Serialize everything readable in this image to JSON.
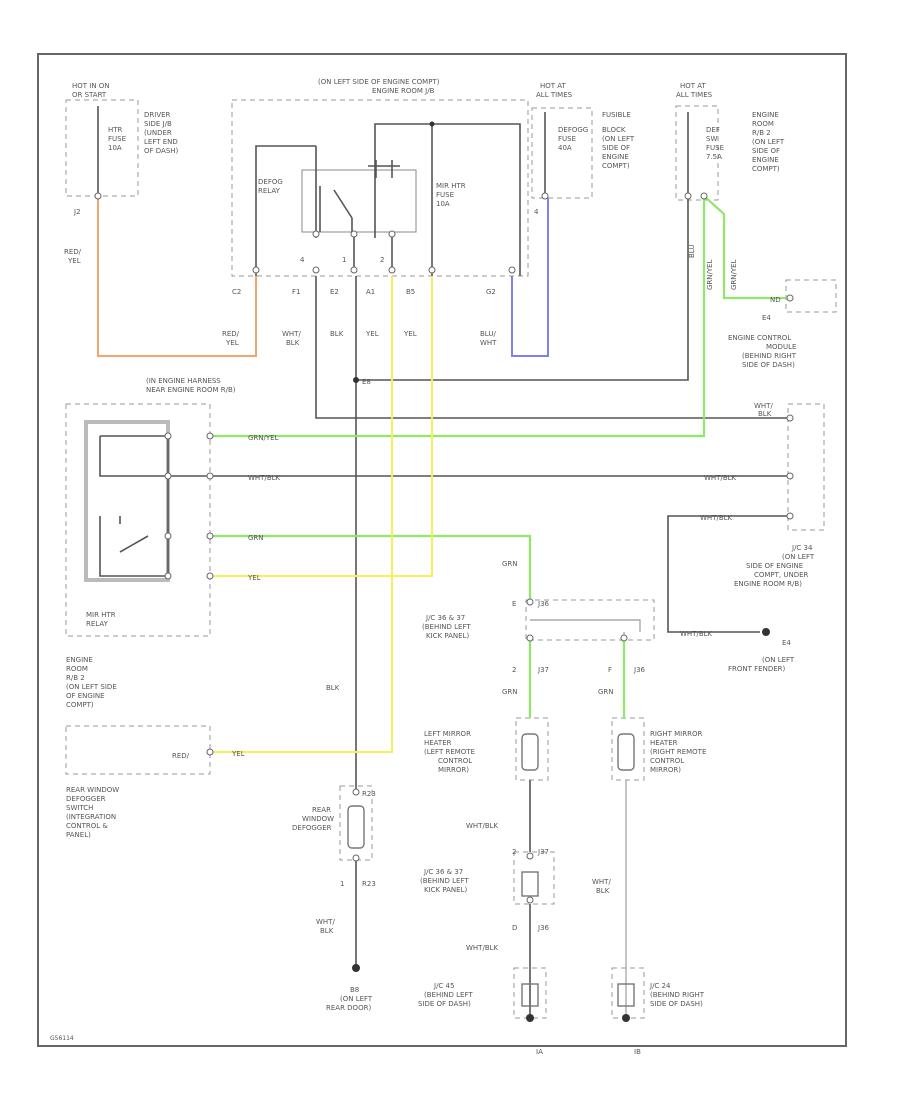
{
  "colors": {
    "wire_black": "#555555",
    "wire_gray": "#aaaaaa",
    "wire_orange": "#f4a56a",
    "wire_blue": "#8080ee",
    "wire_green": "#90e86a",
    "wire_yellow": "#f2f25a",
    "box_dash": "#999999",
    "frame": "#666666"
  },
  "labels": {
    "hot_ign": "HOT IN ON",
    "or_start": "OR START",
    "hot_at_all_1": "HOT AT",
    "all_times_1": "ALL TIMES",
    "hot_at_all_2": "HOT AT",
    "all_times_2": "ALL TIMES",
    "jb_title_1": "(ON LEFT SIDE OF ENGINE COMPT)",
    "jb_title_2": "ENGINE ROOM J/B",
    "hvac_fuse_1": "HTR",
    "hvac_fuse_2": "FUSE",
    "hvac_fuse_3": "10A",
    "driver_side_1": "DRIVER",
    "driver_side_2": "SIDE J/B",
    "driver_side_3": "(UNDER",
    "driver_side_4": "LEFT END",
    "driver_side_5": "OF DASH)",
    "fusible_1": "FUSIBLE",
    "fusible_2": "DEFOGG",
    "fusible_3": "FUSE",
    "fusible_4": "40A",
    "fusible_5": "BLOCK",
    "fusible_6": "(ON LEFT",
    "fusible_7": "SIDE OF",
    "fusible_8": "ENGINE",
    "fusible_9": "COMPT)",
    "defog_fuse_1": "DEF",
    "defog_fuse_2": "SW",
    "defog_fuse_3": "FUSE",
    "defog_fuse_4": "7.5A",
    "erb2_1": "ENGINE",
    "erb2_2": "ROOM",
    "erb2_3": "R/B 2",
    "erb2_4": "(ON LEFT",
    "erb2_5": "SIDE OF",
    "erb2_6": "ENGINE",
    "erb2_7": "COMPT)",
    "defog_relay_1": "DEFOG",
    "defog_relay_2": "RELAY",
    "mir_htr_fuse_1": "MIR HTR",
    "mir_htr_fuse_2": "FUSE",
    "mir_htr_fuse_3": "10A",
    "conn_j2": "J2",
    "conn_c2": "C2",
    "conn_f1": "F1",
    "conn_e2": "E2",
    "conn_a1": "A1",
    "conn_b5": "B5",
    "conn_g2": "G2",
    "pin_4": "4",
    "pin_1": "1",
    "pin_2": "2",
    "pin_4b": "4",
    "w_red_yel_1a": "RED/",
    "w_red_yel_1b": "YEL",
    "w_red_yel_2a": "RED/",
    "w_red_yel_2b": "YEL",
    "w_wht_blk_1a": "WHT/",
    "w_wht_blk_1b": "BLK",
    "w_blk_1": "BLK",
    "w_yel_1": "YEL",
    "w_yel_2": "YEL",
    "w_blu_wht_a": "BLU/",
    "w_blu_wht_b": "WHT",
    "w_blu_vert": "BLU",
    "w_grn_yel_v1": "GRN/YEL",
    "w_grn_yel_v2": "GRN/YEL",
    "w_grn_yel_h": "GRN/YEL",
    "w_wht_blk_h1": "WHT/BLK",
    "w_wht_blk_h2": "WHT/BLK",
    "w_wht_blk_r": "WHT/BLK",
    "w_grn_h": "GRN",
    "w_yel_h": "YEL",
    "w_grn_v": "GRN",
    "w_grn_l": "GRN",
    "w_grn_r": "GRN",
    "w_wht_r1a": "WHT/",
    "w_wht_r1b": "BLK",
    "w_blk_v": "BLK",
    "w_yel_low": "YEL",
    "w_red_blk": "RED/",
    "w_wht_blk_low": "WHT/BLK",
    "w_wht_blk_low2a": "WHT/",
    "w_wht_blk_low2b": "BLK",
    "w_wht_blk_lowl": "WHT/BLK",
    "w_wht_blk_g": "WHT/BLK",
    "w_wht_blk_bot_a": "WHT/",
    "w_wht_blk_bot_b": "BLK",
    "e4_conn": "E4",
    "e4_pin": "ND",
    "ecm_1": "ENGINE CONTROL",
    "ecm_2": "MODULE",
    "ecm_3": "(BEHIND RIGHT",
    "ecm_4": "SIDE OF DASH)",
    "harness_1": "(IN ENGINE HARNESS",
    "harness_2": "NEAR ENGINE ROOM R/B)",
    "splice": "E8",
    "mir_relay_1": "MIR HTR",
    "mir_relay_2": "RELAY",
    "erb2b_1": "ENGINE",
    "erb2b_2": "ROOM",
    "erb2b_3": "R/B 2",
    "erb2b_4": "(ON LEFT SIDE",
    "erb2b_5": "OF ENGINE",
    "erb2b_6": "COMPT)",
    "jc_top_1": "J/C 36 & 37",
    "jc_top_2": "(BEHIND LEFT",
    "jc_top_3": "KICK PANEL)",
    "jc_top_conn": "J36",
    "jc_top_p1": "2",
    "jc_top_c1": "J37",
    "jc_top_p2": "F",
    "jc_top_c2": "J36",
    "jc_top_p0": "E",
    "jc34_1": "J/C 34",
    "jc34_2": "(ON LEFT",
    "jc34_3": "SIDE OF ENGINE",
    "jc34_4": "COMPT, UNDER",
    "jc34_5": "ENGINE ROOM R/B)",
    "e4g_1": "E4",
    "e4g_2": "(ON LEFT",
    "e4g_3": "FRONT FENDER)",
    "lmh_1": "LEFT MIRROR",
    "lmh_2": "HEATER",
    "lmh_3": "(LEFT REMOTE",
    "lmh_4": "CONTROL",
    "lmh_5": "MIRROR)",
    "rmh_1": "RIGHT MIRROR",
    "rmh_2": "HEATER",
    "rmh_3": "(RIGHT REMOTE",
    "rmh_4": "CONTROL",
    "rmh_5": "MIRROR)",
    "rwds_1": "REAR WINDOW",
    "rwds_2": "DEFOGGER",
    "rwds_3": "SWITCH",
    "rwds_4": "(INTEGRATION",
    "rwds_5": "CONTROL &",
    "rwds_6": "PANEL)",
    "rwd_1": "REAR",
    "rwd_2": "WINDOW",
    "rwd_3": "DEFOGGER",
    "rwd_conn": "R23",
    "rwd_conn2": "R23",
    "rwd_pin": "1",
    "jc36_37b_1": "J/C 36 & 37",
    "jc36_37b_2": "(BEHIND LEFT",
    "jc36_37b_3": "KICK PANEL)",
    "jc36_37b_c": "J37",
    "jc36_37b_p": "2",
    "jc36_37b_c2": "J36",
    "jc36_37b_p2": "D",
    "jc45_1": "J/C 45",
    "jc45_2": "(BEHIND LEFT",
    "jc45_3": "SIDE OF DASH)",
    "jc24_1": "J/C 24",
    "jc24_2": "(BEHIND RIGHT",
    "jc24_3": "SIDE OF DASH)",
    "g_b8_1": "B8",
    "g_b8_2": "(ON LEFT",
    "g_b8_3": "REAR DOOR)",
    "g_ia": "IA",
    "g_ib": "IB",
    "footer_code": "G56114"
  }
}
